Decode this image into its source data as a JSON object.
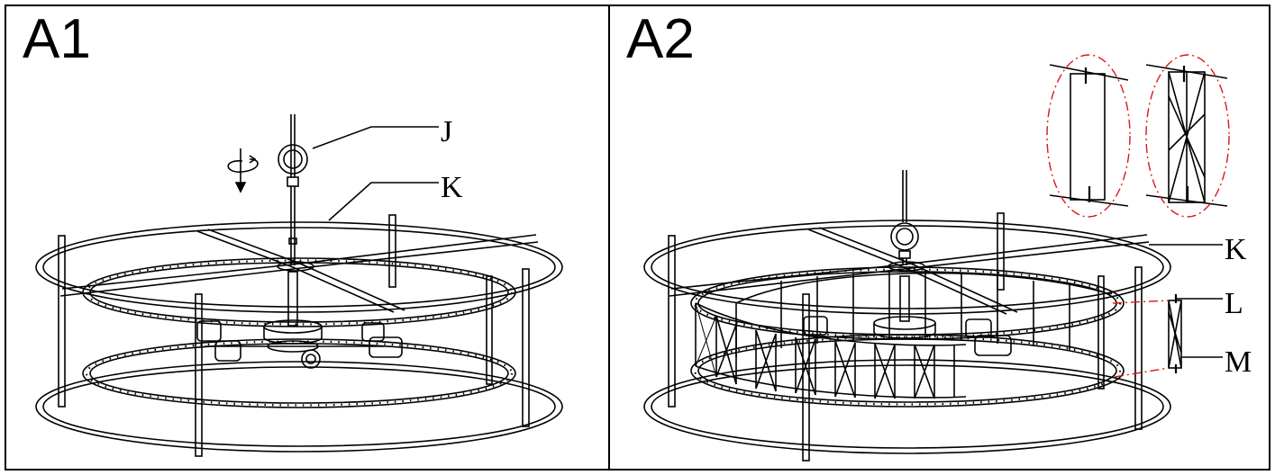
{
  "panels": [
    {
      "title": "A1",
      "labels": [
        "J",
        "K"
      ]
    },
    {
      "title": "A2",
      "labels": [
        "K",
        "L",
        "M"
      ]
    }
  ],
  "colors": {
    "ink": "#000000",
    "highlight": "#d81818",
    "paper": "#ffffff"
  },
  "icons": [
    "rotation-arrow-icon"
  ]
}
